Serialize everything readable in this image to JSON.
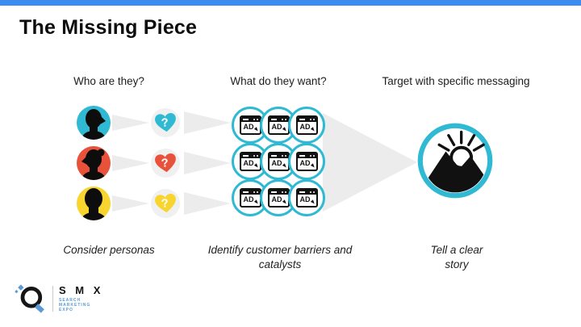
{
  "slide": {
    "title": "The Missing Piece"
  },
  "colors": {
    "accentBlue": "#3b8bf0",
    "teal": "#2fb9d3",
    "red": "#e8513a",
    "yellow": "#f7d42e",
    "arrowGray": "#ececec",
    "heartBg": "#f0f0f0",
    "ink": "#151515",
    "logoBlue": "#5b9bd5"
  },
  "columns": [
    {
      "header": "Who are they?",
      "caption": "Consider personas"
    },
    {
      "header": "What do they want?",
      "caption": "Identify customer barriers and catalysts"
    },
    {
      "header": "Target with specific messaging",
      "caption": "Tell a clear story"
    }
  ],
  "hearts": {
    "symbol": "?"
  },
  "ads": {
    "label": "AD"
  },
  "logo": {
    "name": "S M X",
    "tagline_lines": [
      "SEARCH",
      "MARKETING",
      "EXPO"
    ]
  }
}
